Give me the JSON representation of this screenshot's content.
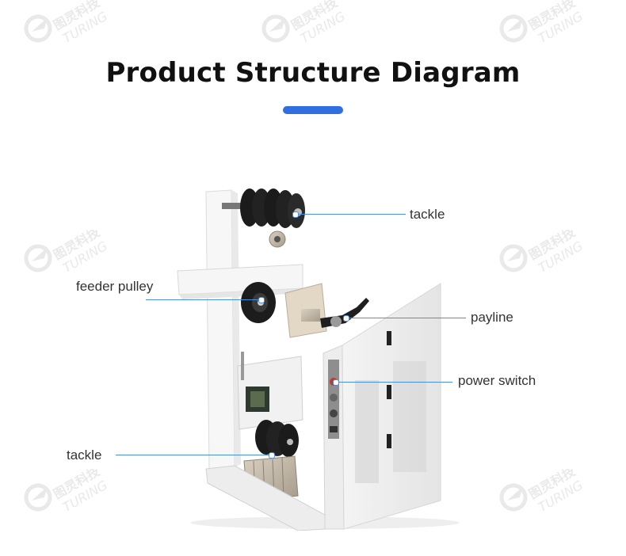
{
  "title": "Product Structure Diagram",
  "accent_color": "#2f6fe0",
  "leader_color": "#4a8fe2",
  "watermark": {
    "cn": "图灵科技",
    "en": "TURING",
    "icon": "turing-logo-icon"
  },
  "callouts": [
    {
      "id": "tackle-top",
      "label": "tackle"
    },
    {
      "id": "feeder-pulley",
      "label": "feeder pulley"
    },
    {
      "id": "payline",
      "label": "payline"
    },
    {
      "id": "power-switch",
      "label": "power switch"
    },
    {
      "id": "tackle-bottom",
      "label": "tackle"
    }
  ]
}
